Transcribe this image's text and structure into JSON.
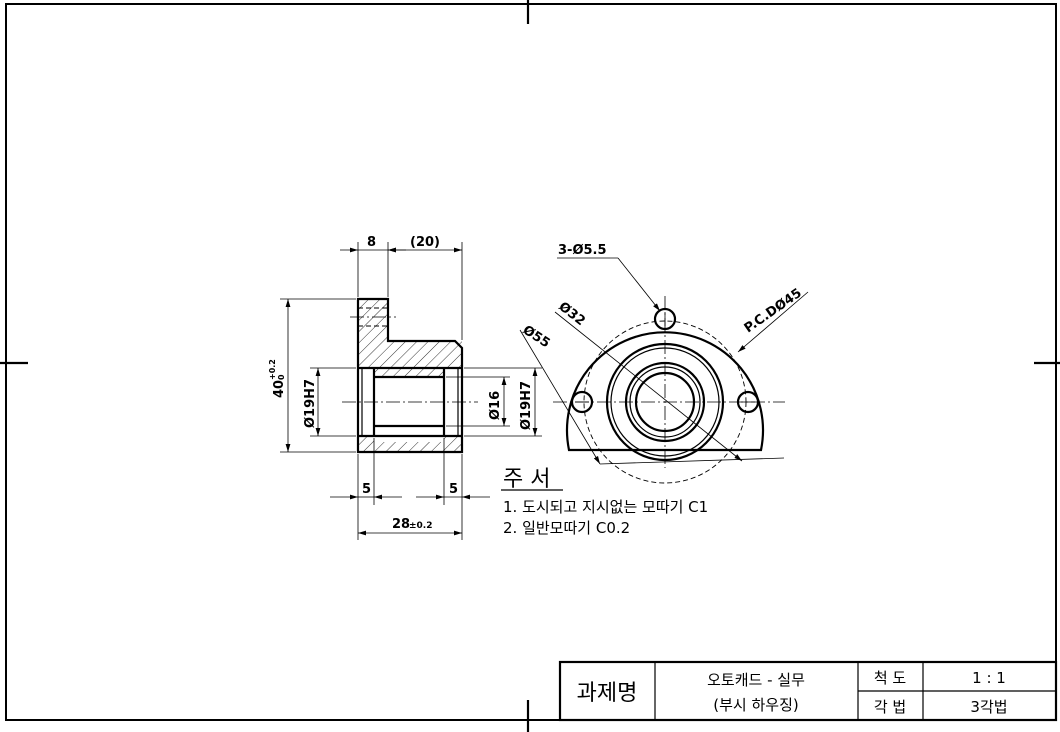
{
  "side_view": {
    "dim_top_flange": "8",
    "dim_top_ref": "(20)",
    "dim_height": "40",
    "dim_height_tol_upper": "+0.2",
    "dim_height_tol_lower": "0",
    "dim_bore_left": "Ø19H7",
    "dim_bore_mid": "Ø16",
    "dim_bore_right": "Ø19H7",
    "dim_bottom_left": "5",
    "dim_bottom_right": "5",
    "dim_length": "28",
    "dim_length_tol": "±0.2"
  },
  "front_view": {
    "dim_holes": "3-Ø5.5",
    "dim_d32": "Ø32",
    "dim_d55": "Ø55",
    "dim_pcd": "P.C.DØ45"
  },
  "notes": {
    "title": "주 서",
    "line1": "1. 도시되고 지시없는 모따기 C1",
    "line2": "2. 일반모따기 C0.2"
  },
  "title_block": {
    "project_label": "과제명",
    "project_line1": "오토캐드 - 실무",
    "project_line2": "(부시 하우징)",
    "scale_label": "척 도",
    "scale_value": "1 : 1",
    "projection_label": "각 법",
    "projection_value": "3각법"
  }
}
